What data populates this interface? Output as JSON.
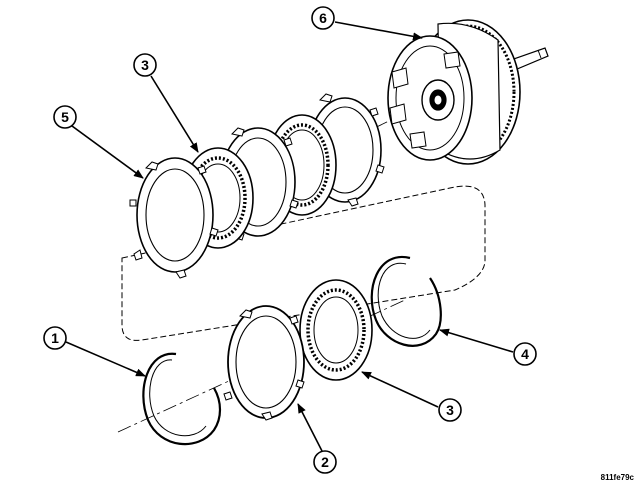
{
  "figure": {
    "code": "811fe79c"
  },
  "callouts": [
    {
      "id": "1",
      "label": "1",
      "part": "snap-ring"
    },
    {
      "id": "2",
      "label": "2",
      "part": "reaction-plate"
    },
    {
      "id": "3",
      "label": "3",
      "part": "clutch-disc"
    },
    {
      "id": "3b",
      "label": "3",
      "part": "clutch-disc"
    },
    {
      "id": "4",
      "label": "4",
      "part": "snap-ring"
    },
    {
      "id": "5",
      "label": "5",
      "part": "steel-plate"
    },
    {
      "id": "6",
      "label": "6",
      "part": "clutch-retainer-hub"
    }
  ]
}
